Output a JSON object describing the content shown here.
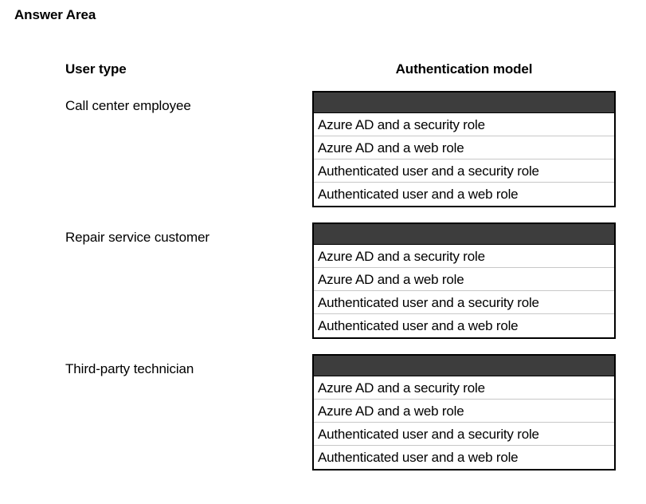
{
  "page": {
    "title": "Answer Area"
  },
  "columns": {
    "user_type_header": "User type",
    "auth_model_header": "Authentication model"
  },
  "options": [
    "Azure AD and a security role",
    "Azure AD and a web role",
    "Authenticated user and a security role",
    "Authenticated user and a web role"
  ],
  "rows": [
    {
      "label": "Call center employee",
      "selected_value": "",
      "options": [
        "Azure AD and a security role",
        "Azure AD and a web role",
        "Authenticated user and a security role",
        "Authenticated user and a web role"
      ]
    },
    {
      "label": "Repair service customer",
      "selected_value": "",
      "options": [
        "Azure AD and a security role",
        "Azure AD and a web role",
        "Authenticated user and a security role",
        "Authenticated user and a web role"
      ]
    },
    {
      "label": "Third-party technician",
      "selected_value": "",
      "options": [
        "Azure AD and a security role",
        "Azure AD and a web role",
        "Authenticated user and a security role",
        "Authenticated user and a web role"
      ]
    }
  ],
  "colors": {
    "selection_bar": "#3d3d3d",
    "border": "#000000",
    "separator": "#c8c8c8",
    "background": "#ffffff",
    "text": "#000000"
  }
}
